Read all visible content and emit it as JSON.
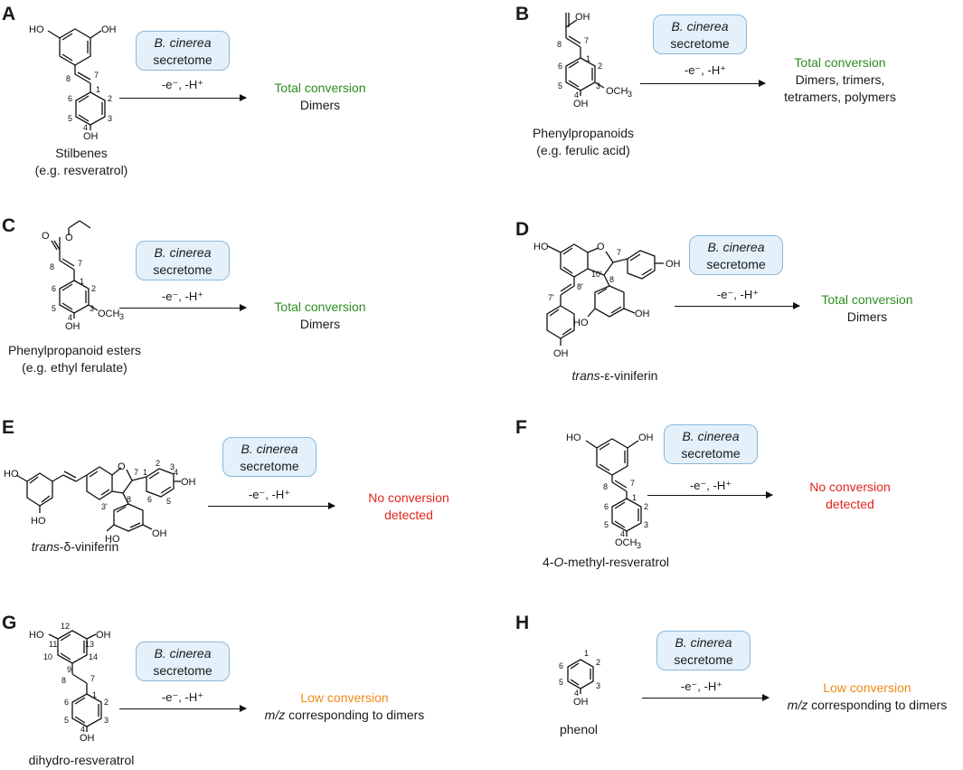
{
  "shared": {
    "enzyme_line1": "B. cinerea",
    "enzyme_line2": "secretome",
    "condition": "-e⁻, -H⁺"
  },
  "colors": {
    "green": "#2e8b22",
    "red": "#e2261c",
    "orange": "#f08a14",
    "bubble_fill": "#e4f1fb",
    "bubble_border": "#8ab8d8"
  },
  "panels": {
    "A": {
      "label": "A",
      "status": "Total conversion",
      "detail": "Dimers",
      "caption1": "Stilbenes",
      "caption2": "(e.g. resveratrol)"
    },
    "B": {
      "label": "B",
      "status": "Total conversion",
      "detail1": "Dimers, trimers,",
      "detail2": "tetramers, polymers",
      "caption1": "Phenylpropanoids",
      "caption2": "(e.g. ferulic acid)"
    },
    "C": {
      "label": "C",
      "status": "Total conversion",
      "detail": "Dimers",
      "caption1": "Phenylpropanoid esters",
      "caption2": "(e.g. ethyl ferulate)"
    },
    "D": {
      "label": "D",
      "status": "Total conversion",
      "detail": "Dimers",
      "caption_prefix": "trans",
      "caption_rest": "-ε-viniferin"
    },
    "E": {
      "label": "E",
      "status1": "No conversion",
      "status2": "detected",
      "caption_prefix": "trans",
      "caption_rest": "-δ-viniferin"
    },
    "F": {
      "label": "F",
      "status1": "No conversion",
      "status2": "detected",
      "caption_a": "4-",
      "caption_o": "O",
      "caption_b": "-methyl-resveratrol"
    },
    "G": {
      "label": "G",
      "status": "Low conversion",
      "detail_mz": "m/z",
      "detail_rest": " corresponding to dimers",
      "caption": "dihydro-resveratrol"
    },
    "H": {
      "label": "H",
      "status": "Low conversion",
      "detail_mz": "m/z",
      "detail_rest": " corresponding to dimers",
      "caption": "phenol"
    }
  },
  "atoms": {
    "OH": "OH",
    "HO": "HO",
    "O": "O",
    "OCH3": "OCH",
    "sub3": "3",
    "n1": "1",
    "n2": "2",
    "n3": "3",
    "n4": "4",
    "n5": "5",
    "n6": "6",
    "n7": "7",
    "n8": "8",
    "n3p": "3'",
    "n7p": "7'",
    "n8p": "8'",
    "n10p": "10'",
    "n9": "9",
    "n10": "10",
    "n11": "11",
    "n12": "12",
    "n13": "13",
    "n14": "14"
  }
}
